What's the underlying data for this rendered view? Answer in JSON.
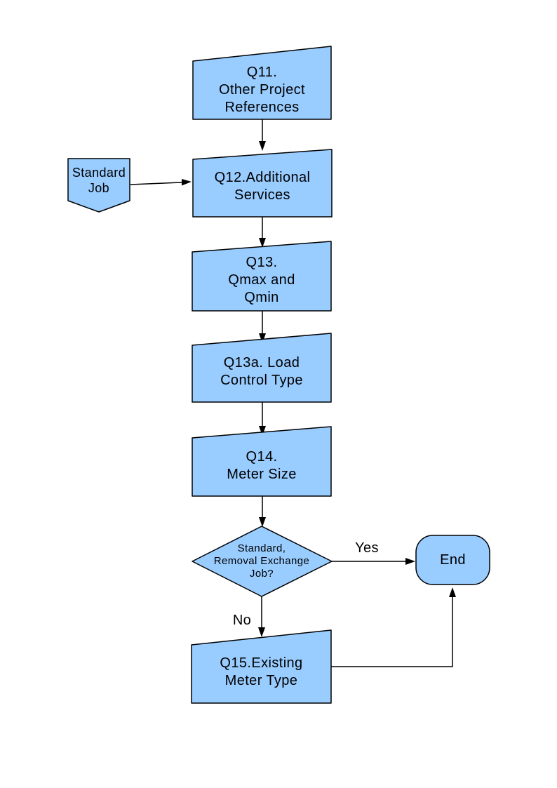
{
  "colors": {
    "node_fill": "#99CCFF",
    "node_border": "#000000",
    "connector": "#000000",
    "background": "#FFFFFF"
  },
  "nodes": {
    "q11": {
      "label": "Q11.\nOther Project\nReferences",
      "shape": "manual-input"
    },
    "standard_job": {
      "label": "Standard\nJob",
      "shape": "off-page-connector"
    },
    "q12": {
      "label": "Q12.Additional\nServices",
      "shape": "manual-input"
    },
    "q13": {
      "label": "Q13.\nQmax and\nQmin",
      "shape": "manual-input"
    },
    "q13a": {
      "label": "Q13a. Load\nControl Type",
      "shape": "manual-input"
    },
    "q14": {
      "label": "Q14.\nMeter Size",
      "shape": "manual-input"
    },
    "decision": {
      "label": "Standard,\nRemoval Exchange\nJob?",
      "shape": "decision"
    },
    "end": {
      "label": "End",
      "shape": "terminator"
    },
    "q15": {
      "label": "Q15.Existing\nMeter Type",
      "shape": "manual-input"
    }
  },
  "edges": [
    {
      "from": "q11",
      "to": "q12"
    },
    {
      "from": "standard_job",
      "to": "q12"
    },
    {
      "from": "q12",
      "to": "q13"
    },
    {
      "from": "q13",
      "to": "q13a"
    },
    {
      "from": "q13a",
      "to": "q14"
    },
    {
      "from": "q14",
      "to": "decision"
    },
    {
      "from": "decision",
      "to": "end",
      "label": "Yes"
    },
    {
      "from": "decision",
      "to": "q15",
      "label": "No"
    },
    {
      "from": "q15",
      "to": "end"
    }
  ]
}
